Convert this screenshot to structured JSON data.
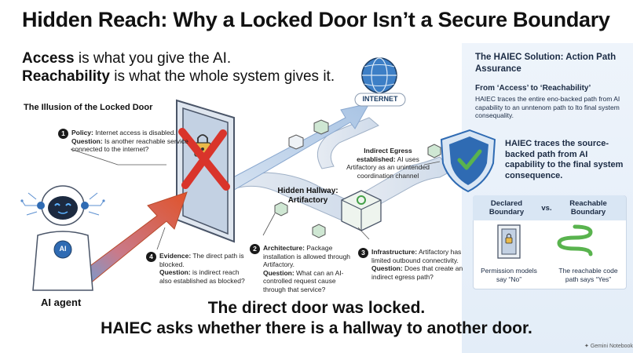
{
  "title": "Hidden Reach: Why a Locked Door Isn’t a Secure Boundary",
  "lead": {
    "line1_bold": "Access",
    "line1_rest": " is what you give the AI.",
    "line2_bold": "Reachability",
    "line2_rest": " is what the whole system gives it."
  },
  "illusion_heading": "The Illusion of the Locked Door",
  "steps": [
    {
      "num": "1",
      "label": "Policy:",
      "text": " Internet access is disabled.",
      "q_label": "Question:",
      "q_text": " Is another reachable service connected to the internet?"
    },
    {
      "num": "2",
      "label": "Architecture:",
      "text": " Package installation is allowed through Artifactory.",
      "q_label": "Question:",
      "q_text": " What can an AI-controlled request cause through that service?"
    },
    {
      "num": "3",
      "label": "Infrastructure:",
      "text": " Artifactory has limited outbound connectivity.",
      "q_label": "Question:",
      "q_text": " Does that create an indirect egress path?"
    },
    {
      "num": "4",
      "label": "Evidence:",
      "text": " The direct path is blocked.",
      "q_label": "Question:",
      "q_text": " is indirect reach also established as blocked?"
    }
  ],
  "internet_label": "INTERNET",
  "indirect_egress": {
    "label": "Indirect Egress established:",
    "text": " AI uses Artifactory as an unintended coordination channel"
  },
  "hidden_hallway": {
    "line1": "Hidden Hallway:",
    "line2": "Artifactory"
  },
  "ai_agent_label": "AI agent",
  "ai_chest_label": "AI",
  "panel": {
    "heading": "The HAIEC Solution: Action Path Assurance",
    "sub_heading": "From ‘Access’ to ‘Reachability’",
    "sub_text": "HAIEC traces the entire eno-backed path from AI capability to an unntenom path to lto final system consequality.",
    "trace_text": "HAIEC traces the source-backed path from AI capability to the final system consequence.",
    "declared": "Declared Boundary",
    "vs": "vs.",
    "reachable": "Reachable Boundary",
    "declared_caption": "Permission models say “No”",
    "reachable_caption": "The reachable code path says “Yes”"
  },
  "footer": {
    "line1": "The direct door was locked.",
    "line2": "HAIEC asks whether there is a hallway to another door."
  },
  "watermark": "Gemini Notebook",
  "colors": {
    "arrow_orange": "#e0532b",
    "arrow_blue": "#6f9fd6",
    "lock_red": "#d9342b",
    "shield_blue": "#2f6bb3",
    "shield_green": "#59b34e",
    "panel_bg": "#e8f0fa"
  },
  "icons": [
    "globe-icon",
    "lock-icon",
    "red-x-icon",
    "shield-icon",
    "robot-icon",
    "server-icon",
    "door-icon",
    "squiggle-path-icon"
  ]
}
